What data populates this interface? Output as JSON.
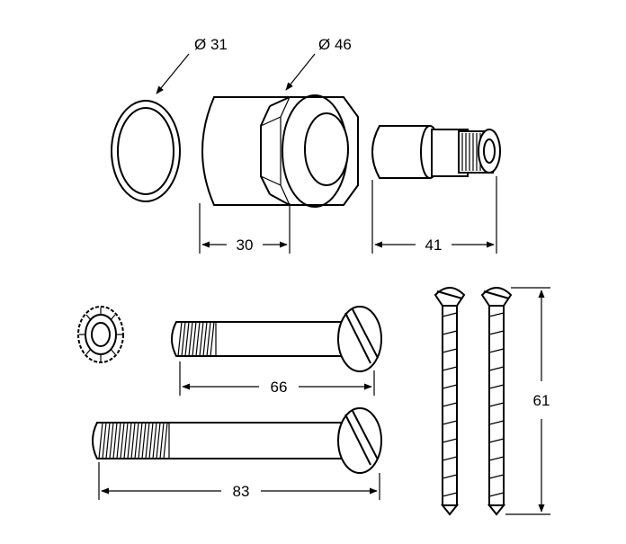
{
  "labels": {
    "o_ring_dia": "Ø 31",
    "nut_dia": "Ø 46",
    "nut_len": "30",
    "spindle_len": "41",
    "screw_short_len": "66",
    "screw_long_len": "83",
    "screw_pair_len": "61"
  }
}
